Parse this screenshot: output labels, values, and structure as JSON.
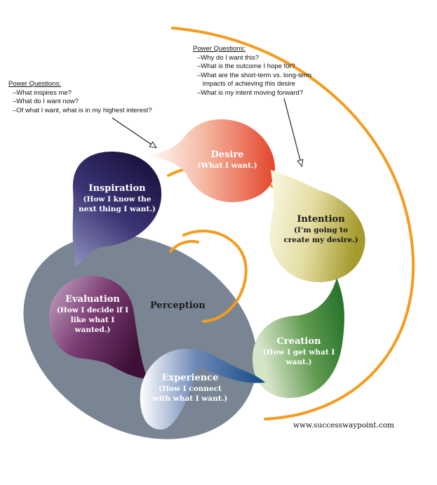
{
  "power_questions_left": {
    "title": "Power Questions:",
    "items": [
      "–What inspires me?",
      "–What do I want now?",
      "–Of what I want, what is in my highest interest?"
    ]
  },
  "power_questions_right": {
    "title": "Power Questions:",
    "items": [
      "–Why do I want this?",
      "–What is the outcome I hope for?",
      "–What are the short-term vs. long-term",
      "   impacts of achieving this desire",
      "–What is my intent moving forward?"
    ]
  },
  "nodes": {
    "desire": {
      "title": "Desire",
      "subtitle": "(What I want.)",
      "color": "#e8553a"
    },
    "inspiration": {
      "title": "Inspiration",
      "subtitle_lines": [
        "(How I know the",
        "next thing I want.)"
      ],
      "color": "#2a2259"
    },
    "intention": {
      "title": "Intention",
      "subtitle_lines": [
        "(I’m going to",
        "create my desire.)"
      ],
      "color": "#b5ab3c"
    },
    "evaluation": {
      "title": "Evaluation",
      "subtitle_lines": [
        "(How I decide if I",
        "like what I",
        "wanted.)"
      ],
      "color": "#5c2250"
    },
    "creation": {
      "title": "Creation",
      "subtitle_lines": [
        "(How I get what I",
        "want.)"
      ],
      "color": "#2e7b2f"
    },
    "experience": {
      "title": "Experience",
      "subtitle_lines": [
        "(How I connect",
        "with what I want.)"
      ],
      "color": "#2a5590"
    }
  },
  "perception": {
    "label": "Perception",
    "color": "#798593"
  },
  "spiral": {
    "color": "#f39c1f"
  },
  "website": "www.successwaypoint.com"
}
